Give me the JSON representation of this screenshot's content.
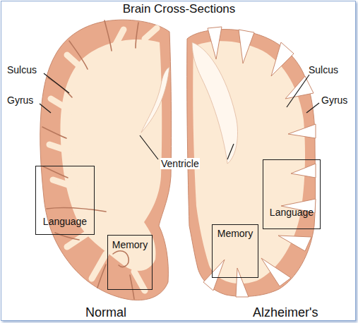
{
  "diagram": {
    "title": "Brain Cross-Sections",
    "nodes": [
      {
        "text": [
          "Language"
        ]
      },
      {
        "text": [
          "Language"
        ]
      },
      {
        "text": [
          "Memory"
        ]
      },
      {
        "text": [
          "Memory"
        ]
      }
    ],
    "labels": [
      "Sulcus",
      "Gyrus",
      "Ventricle",
      "Sulcus",
      "Gyrus",
      "Normal",
      "Alzheimer's"
    ]
  }
}
